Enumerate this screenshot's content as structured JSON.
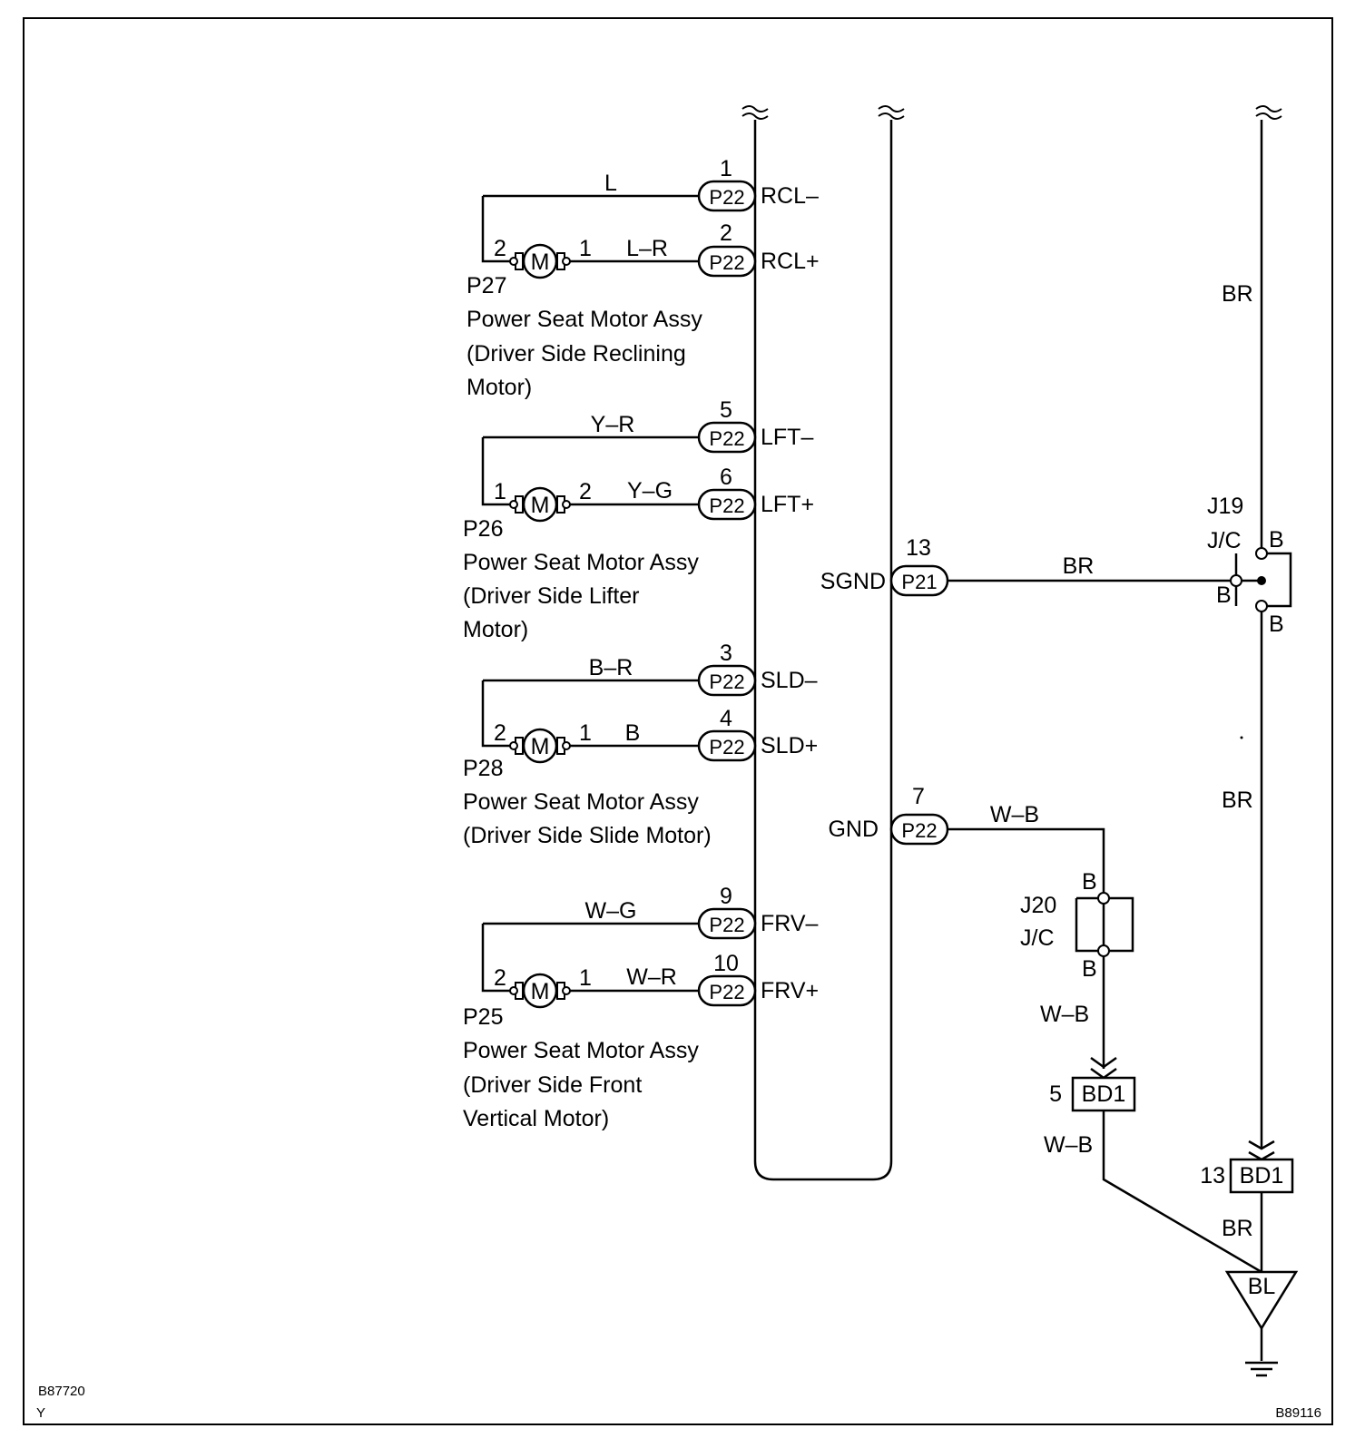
{
  "left_harness": {
    "motors": [
      {
        "ref": "P27",
        "name_lines": [
          "Power Seat Motor Assy",
          "(Driver Side Reclining",
          "Motor)"
        ],
        "symbol": "M",
        "wire_top": {
          "pin": "1",
          "connector": "P22",
          "signal": "RCL–",
          "color": "L",
          "motor_pin": "2"
        },
        "wire_bottom": {
          "pin": "2",
          "connector": "P22",
          "signal": "RCL+",
          "color": "L–R",
          "motor_pin": "1"
        }
      },
      {
        "ref": "P26",
        "name_lines": [
          "Power Seat Motor Assy",
          "(Driver Side Lifter",
          "Motor)"
        ],
        "symbol": "M",
        "wire_top": {
          "pin": "5",
          "connector": "P22",
          "signal": "LFT–",
          "color": "Y–R",
          "motor_pin": "1"
        },
        "wire_bottom": {
          "pin": "6",
          "connector": "P22",
          "signal": "LFT+",
          "color": "Y–G",
          "motor_pin": "2"
        }
      },
      {
        "ref": "P28",
        "name_lines": [
          "Power Seat Motor Assy",
          "(Driver Side Slide Motor)"
        ],
        "symbol": "M",
        "wire_top": {
          "pin": "3",
          "connector": "P22",
          "signal": "SLD–",
          "color": "B–R",
          "motor_pin": "2"
        },
        "wire_bottom": {
          "pin": "4",
          "connector": "P22",
          "signal": "SLD+",
          "color": "B",
          "motor_pin": "1"
        }
      },
      {
        "ref": "P25",
        "name_lines": [
          "Power Seat Motor Assy",
          "(Driver Side Front",
          "Vertical Motor)"
        ],
        "symbol": "M",
        "wire_top": {
          "pin": "9",
          "connector": "P22",
          "signal": "FRV–",
          "color": "W–G",
          "motor_pin": "2"
        },
        "wire_bottom": {
          "pin": "10",
          "connector": "P22",
          "signal": "FRV+",
          "color": "W–R",
          "motor_pin": "1"
        }
      }
    ]
  },
  "right_terminals": {
    "sgnd": {
      "signal": "SGND",
      "connector": "P21",
      "pin": "13",
      "color": "BR"
    },
    "gnd": {
      "signal": "GND",
      "connector": "P22",
      "pin": "7",
      "color": "W–B"
    }
  },
  "junction_j19": {
    "ref": "J19",
    "type": "J/C",
    "pin_labels": [
      "B",
      "B",
      "B"
    ]
  },
  "junction_j20": {
    "ref": "J20",
    "type": "J/C",
    "pin_labels": [
      "B",
      "B"
    ]
  },
  "bd1_left": {
    "pin": "5",
    "connector": "BD1",
    "wire_above": "W–B",
    "wire_below": "W–B"
  },
  "bd1_right": {
    "pin": "13",
    "connector": "BD1",
    "wire_below": "BR"
  },
  "far_right_wire": {
    "top_color": "BR",
    "mid_color": "BR"
  },
  "ground": {
    "label": "BL"
  },
  "codes": {
    "left_code": "B87720",
    "left_letter": "Y",
    "right_code": "B89116"
  }
}
